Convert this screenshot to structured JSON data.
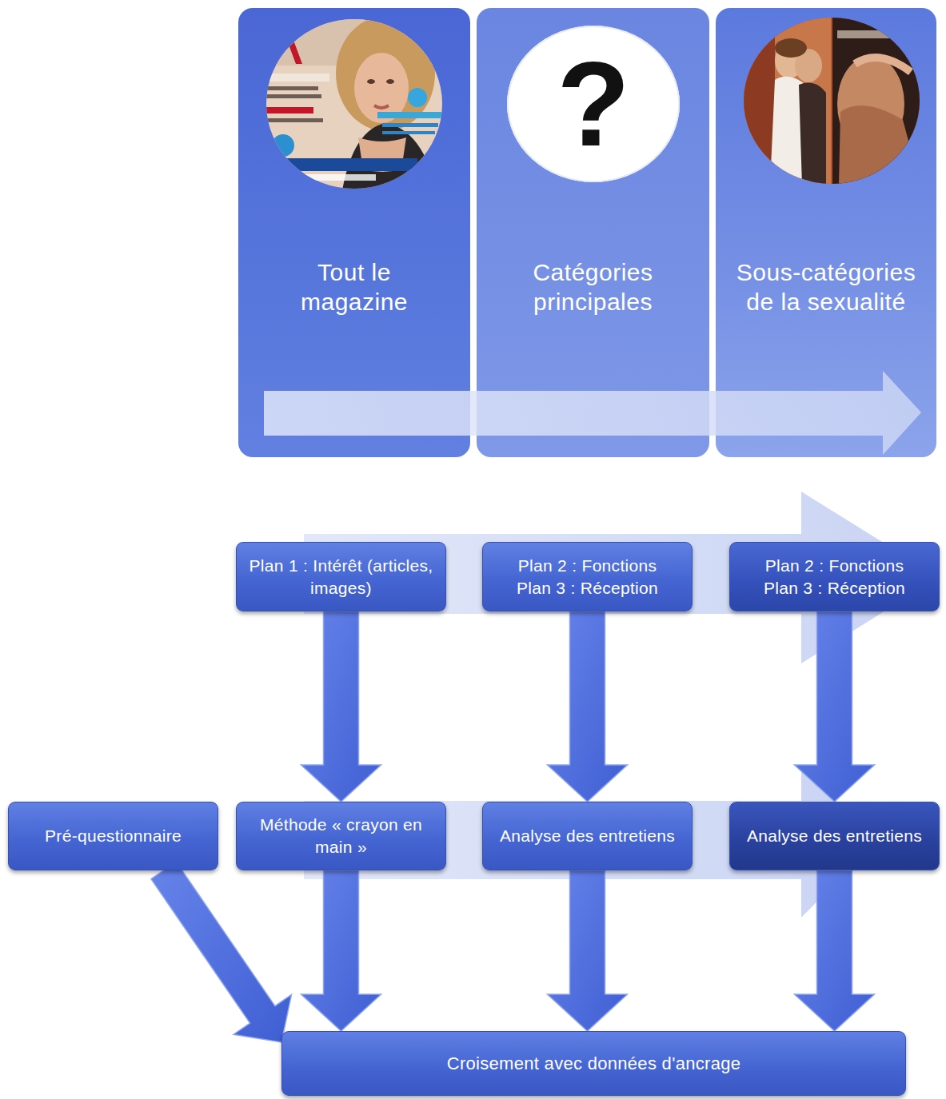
{
  "diagram": {
    "nodes": [
      {
        "text": [
          "Tout le magazine"
        ]
      },
      {
        "text": [
          "Catégories principales"
        ]
      },
      {
        "text": [
          "?"
        ],
        "in": 1
      },
      {
        "text": [
          "Sous-catégories de la sexualité"
        ]
      },
      {
        "text": [
          "Plan 1 : Intérêt (articles, images)"
        ]
      },
      {
        "text": [
          "Plan 2 : Fonctions",
          "Plan 3 : Réception"
        ]
      },
      {
        "text": [
          "Plan 2 : Fonctions",
          "Plan 3 : Réception"
        ]
      },
      {
        "text": [
          "Pré-questionnaire"
        ]
      },
      {
        "text": [
          "Méthode « crayon en main »"
        ]
      },
      {
        "text": [
          "Analyse des entretiens"
        ]
      },
      {
        "text": [
          "Analyse des entretiens"
        ]
      },
      {
        "text": [
          "Croisement avec données d'ancrage"
        ]
      }
    ],
    "edges": [
      {
        "from": 4,
        "to": 8,
        "arrow": "to"
      },
      {
        "from": 5,
        "to": 9,
        "arrow": "to"
      },
      {
        "from": 6,
        "to": 10,
        "arrow": "to"
      },
      {
        "from": 7,
        "to": 11,
        "arrow": "to"
      },
      {
        "from": 8,
        "to": 11,
        "arrow": "to"
      },
      {
        "from": 9,
        "to": 11,
        "arrow": "to"
      },
      {
        "from": 10,
        "to": 11,
        "arrow": "to"
      }
    ]
  }
}
